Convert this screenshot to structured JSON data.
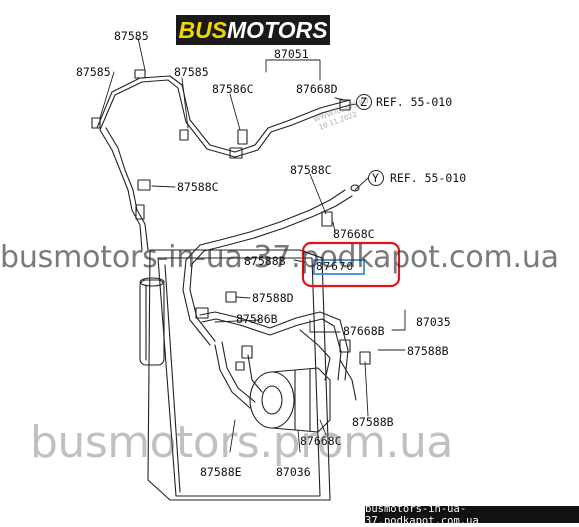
{
  "logo": {
    "part1": "BUS",
    "part2": "MOTORS"
  },
  "labels": {
    "l87585_top": "87585",
    "l87051": "87051",
    "l87585_a": "87585",
    "l87585_b": "87585",
    "l87586c": "87586C",
    "l87668d": "87668D",
    "l87588c_a": "87588C",
    "l87588c_b": "87588C",
    "l87668c_a": "87668C",
    "l87588b_a": "87588B",
    "l87588d": "87588D",
    "l87586b": "87586B",
    "l87668b": "87668B",
    "l87035": "87035",
    "l87588b_b": "87588B",
    "l87588b_c": "87588B",
    "l87668c_b": "87668C",
    "l87588e": "87588E",
    "l87036": "87036",
    "l87670": "87670"
  },
  "refs": {
    "z_letter": "Z",
    "z_text": "REF. 55-010",
    "y_letter": "Y",
    "y_text": "REF. 55-010"
  },
  "watermark": {
    "line1": "busmotors-in-ua-37.podkapot.com.ua",
    "line2": "busmotors.prom.ua",
    "faint1": "WWW.ILCATS.RU",
    "faint2": "18.11.2022"
  },
  "footer": "busmotors-in-ua-37.podkapot.com.ua",
  "colors": {
    "highlight": "#e0141b",
    "box": "#2a7fd4",
    "logo_yellow": "#f2d600"
  }
}
